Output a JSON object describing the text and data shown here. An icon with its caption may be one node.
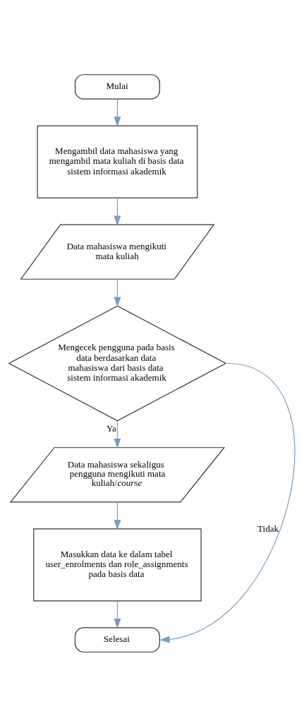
{
  "diagram": {
    "nodes": [
      {
        "text": [
          "Mulai"
        ]
      },
      {
        "text": [
          "Mengambil data mahasiswa yang mengambil mata kuliah di basis data sistem informasi akademik"
        ]
      },
      {
        "text": [
          "Data mahasiswa mengikuti mata kuliah"
        ]
      },
      {
        "text": [
          "Mengecek pengguna pada basis data berdasarkan data mahasiswa dari basis data sistem informasi akademik"
        ]
      },
      {
        "text": [
          "Data mahasiswa sekaligus pengguna mengikuti mata kuliah/*course*"
        ]
      },
      {
        "text": [
          "Masukkan data ke dalam tabel user_enrolments dan role_assignments pada basis data"
        ]
      },
      {
        "text": [
          "Selesai"
        ]
      }
    ],
    "edges": [
      {
        "from": 0,
        "to": 1,
        "arrow": "to"
      },
      {
        "from": 1,
        "to": 2,
        "arrow": "to"
      },
      {
        "from": 2,
        "to": 3,
        "arrow": "to"
      },
      {
        "from": 3,
        "to": 4,
        "arrow": "to",
        "label": "Ya"
      },
      {
        "from": 4,
        "to": 5,
        "arrow": "to"
      },
      {
        "from": 5,
        "to": 6,
        "arrow": "to"
      },
      {
        "from": 3,
        "to": 6,
        "arrow": "to",
        "label": "Tidak"
      }
    ]
  }
}
